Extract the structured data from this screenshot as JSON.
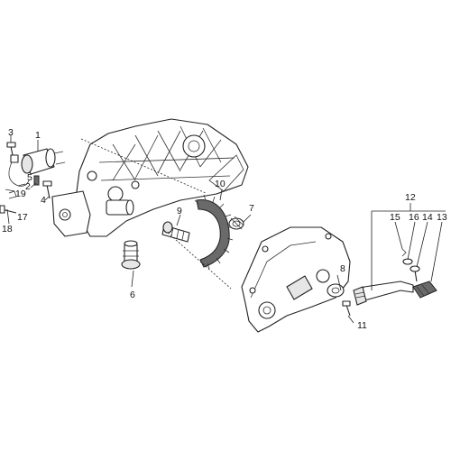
{
  "colors": {
    "line": "#222222",
    "fill": "#ffffff",
    "shade": "#e6e6e6",
    "dark": "#6a6a6a",
    "background": "#ffffff"
  },
  "callouts": {
    "c1": "1",
    "c2": "2",
    "c3": "3",
    "c4": "4",
    "c5": "5",
    "c6": "6",
    "c7": "7",
    "c8": "8",
    "c9": "9",
    "c10": "10",
    "c11": "11",
    "c12": "12",
    "c13": "13",
    "c14": "14",
    "c15": "15",
    "c16": "16",
    "c17": "17",
    "c18": "18",
    "c19": "19"
  }
}
